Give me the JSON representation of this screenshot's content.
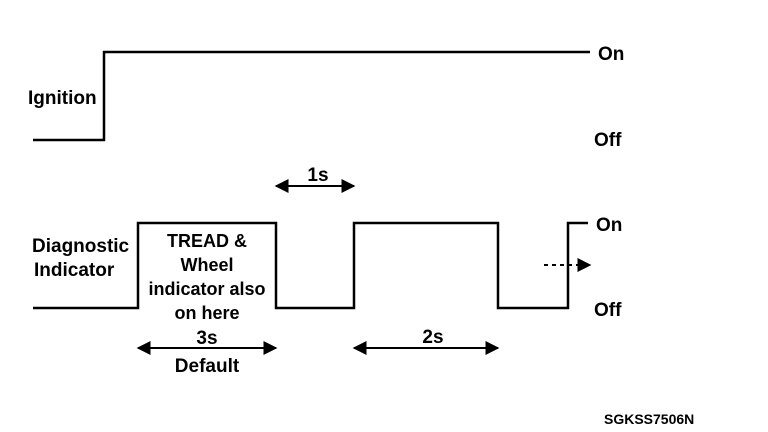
{
  "ignition": {
    "label": "Ignition",
    "state_on": "On",
    "state_off": "Off"
  },
  "diagnostic": {
    "label_line1": "Diagnostic",
    "label_line2": "Indicator",
    "state_on": "On",
    "state_off": "Off",
    "box_note": [
      "TREAD &",
      "Wheel",
      "indicator also",
      "on here"
    ]
  },
  "timing": {
    "off_interval": "1s",
    "first_on_interval": "3s",
    "first_on_note": "Default",
    "second_on_interval": "2s"
  },
  "figure_code": "SGKSS7506N"
}
